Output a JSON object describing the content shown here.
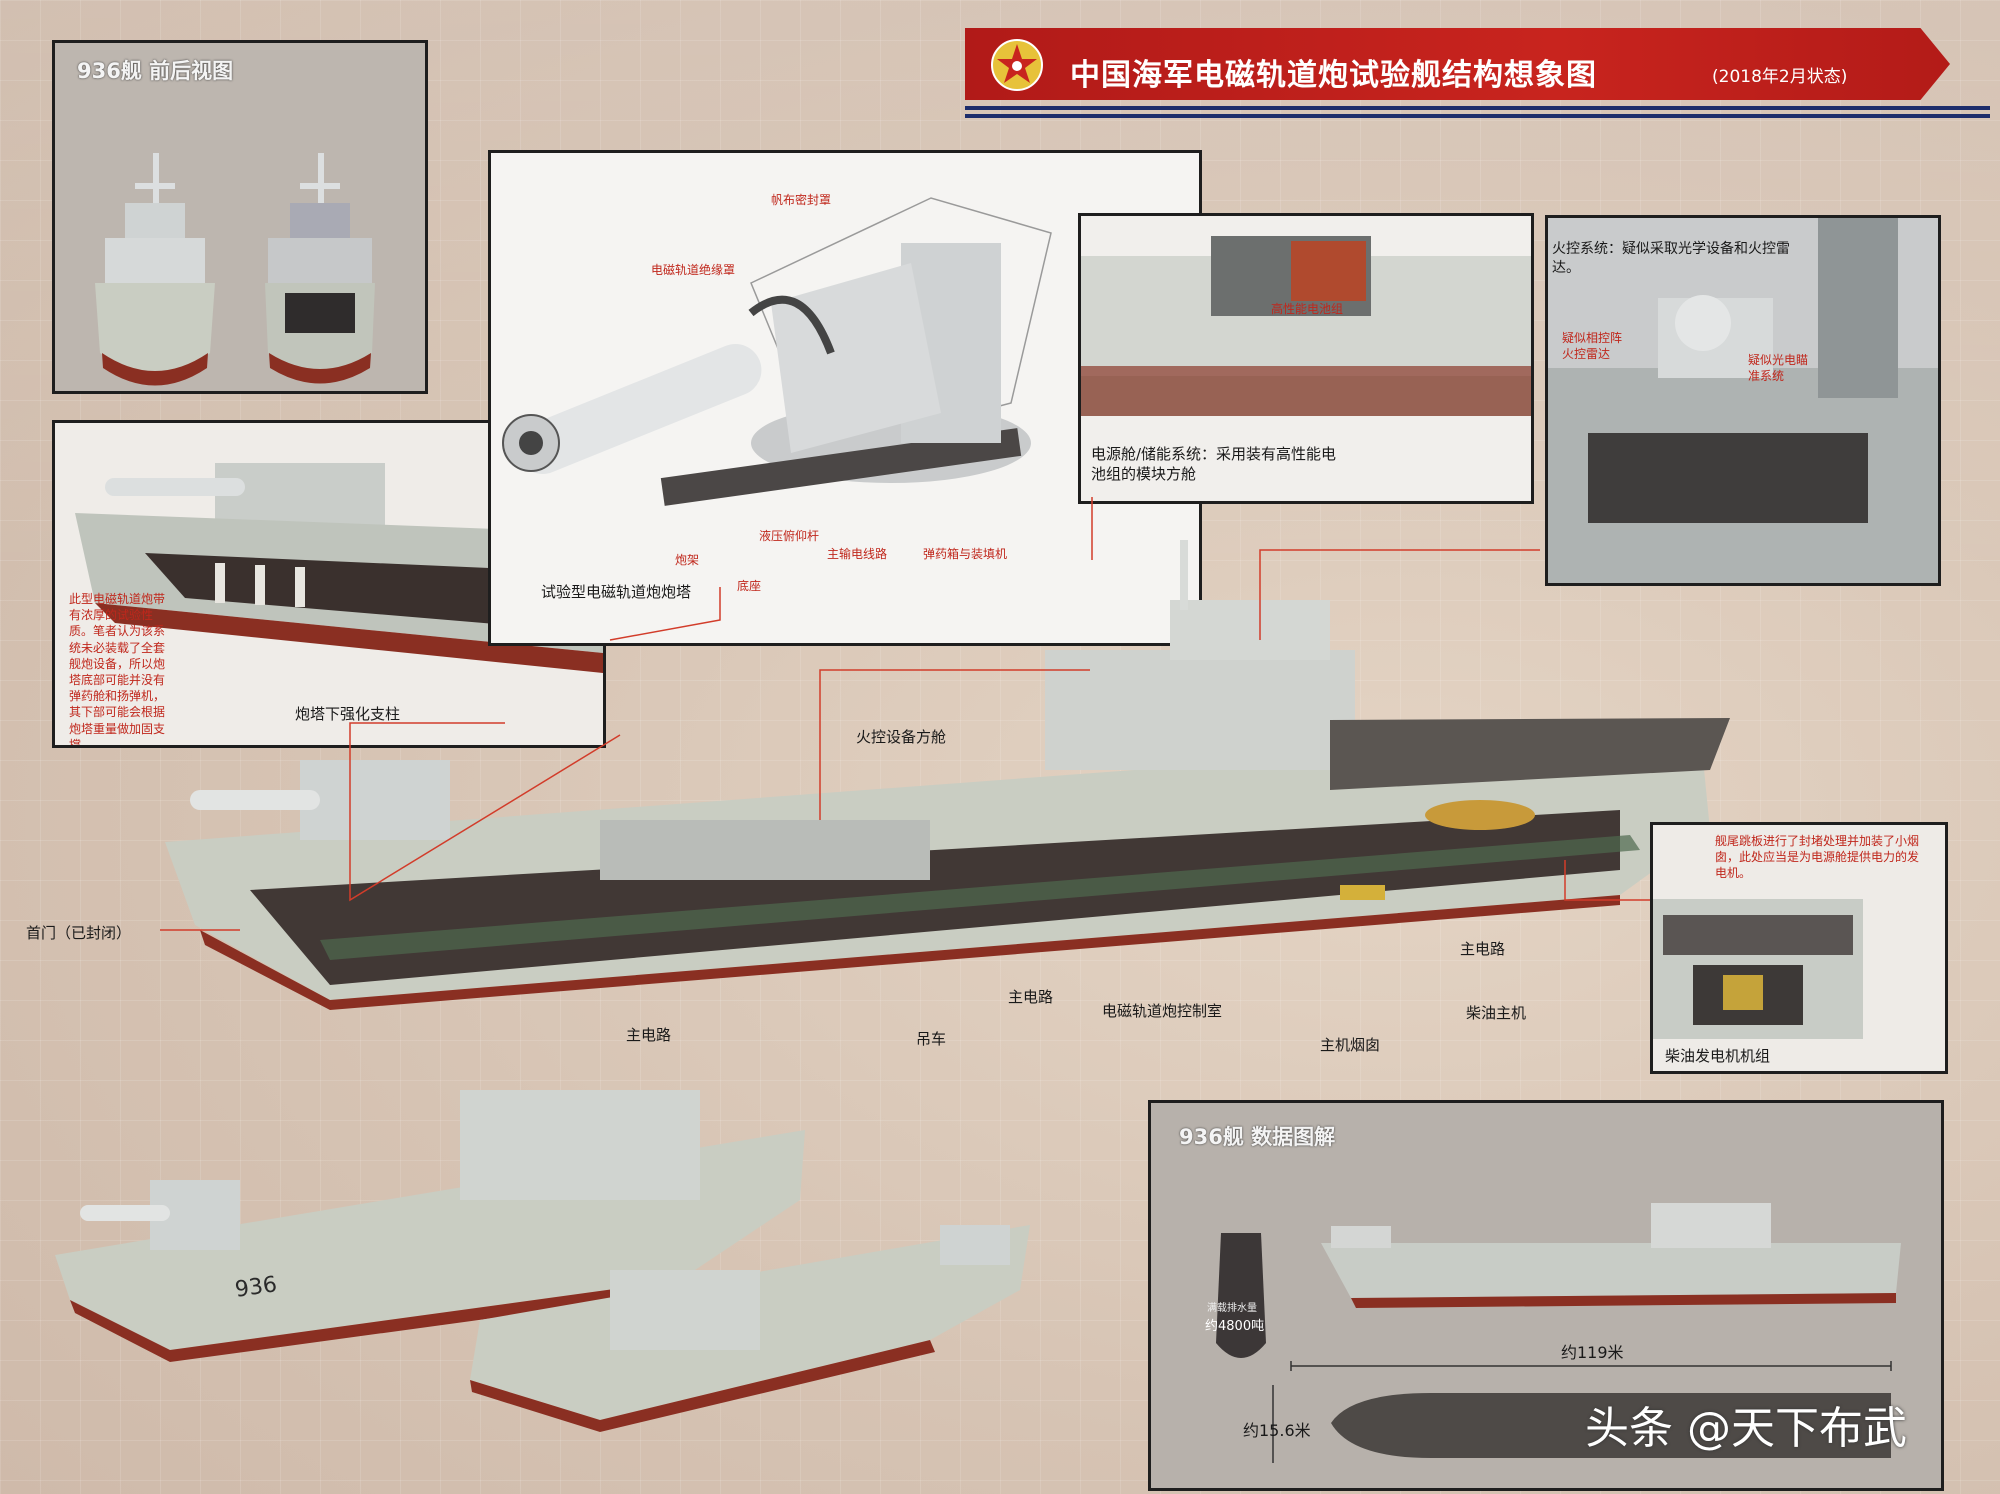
{
  "title": {
    "main": "中国海军电磁轨道炮试验舰结构想象图",
    "sub": "(2018年2月状态)"
  },
  "views_panel": {
    "title": "936舰  前后视图"
  },
  "turret_panel": {
    "caption": "试验型电磁轨道炮炮塔",
    "labels": {
      "canvas_cover": "帆布密封罩",
      "rail_insulation": "电磁轨道绝缘罩",
      "gun_mount": "炮架",
      "hydraulic_rod": "液压俯仰杆",
      "main_cable": "主输电线路",
      "ammo_box": "弹药箱与装填机",
      "base": "底座"
    }
  },
  "bow_panel": {
    "note": "此型电磁轨道炮带有浓厚的试验性质。笔者认为该系统未必装载了全套舰炮设备，所以炮塔底部可能并没有弹药舱和扬弹机，其下部可能会根据炮塔重量做加固支撑。",
    "strut_label": "炮塔下强化支柱"
  },
  "battery_panel": {
    "inner_label": "高性能电池组",
    "caption": "电源舱/储能系统：采用装有高性能电池组的模块方舱"
  },
  "firecontrol_panel": {
    "text": "火控系统：疑似采取光学设备和火控雷达。",
    "left_label": "疑似相控阵火控雷达",
    "right_label": "疑似光电瞄准系统"
  },
  "ship_labels": {
    "fire_control_cabin": "火控设备方舱",
    "bow_door": "首门（已封闭）",
    "main_circuit": "主电路",
    "crane": "吊车",
    "railgun_control_room": "电磁轨道炮控制室",
    "main_funnel": "主机烟囱",
    "diesel_main_engine": "柴油主机"
  },
  "stern_panel": {
    "note": "舰尾跳板进行了封堵处理并加装了小烟囱，此处应当是为电源舱提供电力的发电机。",
    "caption": "柴油发电机机组"
  },
  "data_panel": {
    "title": "936舰  数据图解",
    "displacement_label": "满载排水量",
    "displacement": "约4800吨",
    "length": "约119米",
    "beam": "约15.6米"
  },
  "hull_number": "936",
  "watermark": "头条 @天下布武",
  "colors": {
    "title_red": "#c8241e",
    "leader_red": "#d23c2a",
    "hull_grey": "#c9cdc2",
    "hull_red": "#8a2f22",
    "deck_dark": "#4e4a47"
  }
}
